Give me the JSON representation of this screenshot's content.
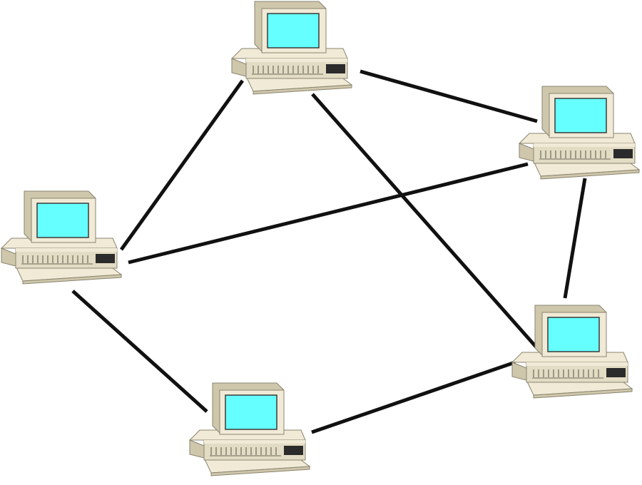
{
  "colors": {
    "background": "#ffffff",
    "link": "#111111",
    "screen": "#66ffff",
    "case_light": "#f0ead6",
    "case_mid": "#e3dcc4",
    "case_shadow": "#cfc7ab",
    "outline": "#8a8470",
    "drive_slot": "#2b2b2b"
  },
  "diagram": {
    "type": "mesh-network",
    "nodes": [
      {
        "id": "computer-top",
        "icon": "desktop-computer-icon"
      },
      {
        "id": "computer-right",
        "icon": "desktop-computer-icon"
      },
      {
        "id": "computer-left",
        "icon": "desktop-computer-icon"
      },
      {
        "id": "computer-bottom-right",
        "icon": "desktop-computer-icon"
      },
      {
        "id": "computer-bottom",
        "icon": "desktop-computer-icon"
      }
    ],
    "links": [
      [
        "computer-top",
        "computer-right"
      ],
      [
        "computer-top",
        "computer-left"
      ],
      [
        "computer-top",
        "computer-bottom-right"
      ],
      [
        "computer-left",
        "computer-right"
      ],
      [
        "computer-right",
        "computer-bottom-right"
      ],
      [
        "computer-left",
        "computer-bottom"
      ],
      [
        "computer-bottom",
        "computer-bottom-right"
      ]
    ]
  }
}
